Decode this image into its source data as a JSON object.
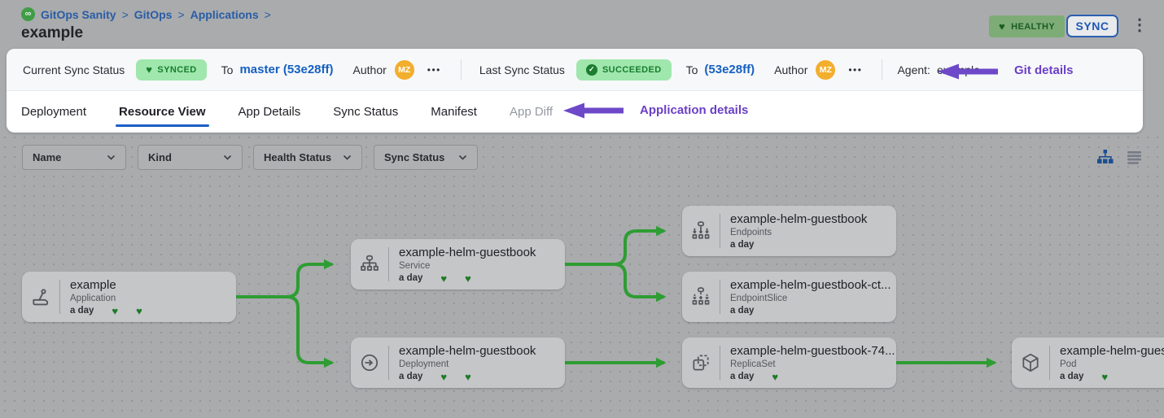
{
  "icons": {
    "gitops_logo": "∞",
    "heart": "♥",
    "check": "✓",
    "kebab": "⋮",
    "more": "•••"
  },
  "breadcrumb": {
    "items": [
      "GitOps Sanity",
      "GitOps",
      "Applications"
    ],
    "separator": ">"
  },
  "header": {
    "title": "example",
    "health_badge": "HEALTHY",
    "sync_button": "SYNC"
  },
  "sync_bar": {
    "current_label": "Current Sync Status",
    "current_badge": "SYNCED",
    "current_to": "To",
    "current_revision": "master (53e28ff)",
    "current_author_label": "Author",
    "current_avatar": "MZ",
    "last_label": "Last Sync Status",
    "last_badge": "SUCCEEDED",
    "last_to": "To",
    "last_revision": "(53e28ff)",
    "last_author_label": "Author",
    "last_avatar": "MZ",
    "agent_label": "Agent:",
    "agent_value": "example"
  },
  "annotations": {
    "git_details": "Git details",
    "application_details": "Application details"
  },
  "tabs": {
    "items": [
      "Deployment",
      "Resource View",
      "App Details",
      "Sync Status",
      "Manifest",
      "App Diff"
    ],
    "active": "Resource View"
  },
  "filters": {
    "items": [
      "Name",
      "Kind",
      "Health Status",
      "Sync Status"
    ]
  },
  "graph": {
    "nodes": [
      {
        "title": "example",
        "kind": "Application",
        "age": "a day"
      },
      {
        "title": "example-helm-guestbook",
        "kind": "Service",
        "age": "a day"
      },
      {
        "title": "example-helm-guestbook",
        "kind": "Deployment",
        "age": "a day"
      },
      {
        "title": "example-helm-guestbook",
        "kind": "Endpoints",
        "age": "a day"
      },
      {
        "title": "example-helm-guestbook-ct...",
        "kind": "EndpointSlice",
        "age": "a day"
      },
      {
        "title": "example-helm-guestbook-74...",
        "kind": "ReplicaSet",
        "age": "a day"
      },
      {
        "title": "example-helm-guest",
        "kind": "Pod",
        "age": "a day"
      }
    ]
  },
  "colors": {
    "edge_green": "#2e9d33",
    "annotation_purple": "#6d49c9",
    "accent_blue": "#1b5fc6",
    "badge_green_bg": "#9fe7ad",
    "badge_green_text": "#187d2e",
    "avatar_orange": "#f2ae2d",
    "page_dim_gray": "#a9abad"
  }
}
